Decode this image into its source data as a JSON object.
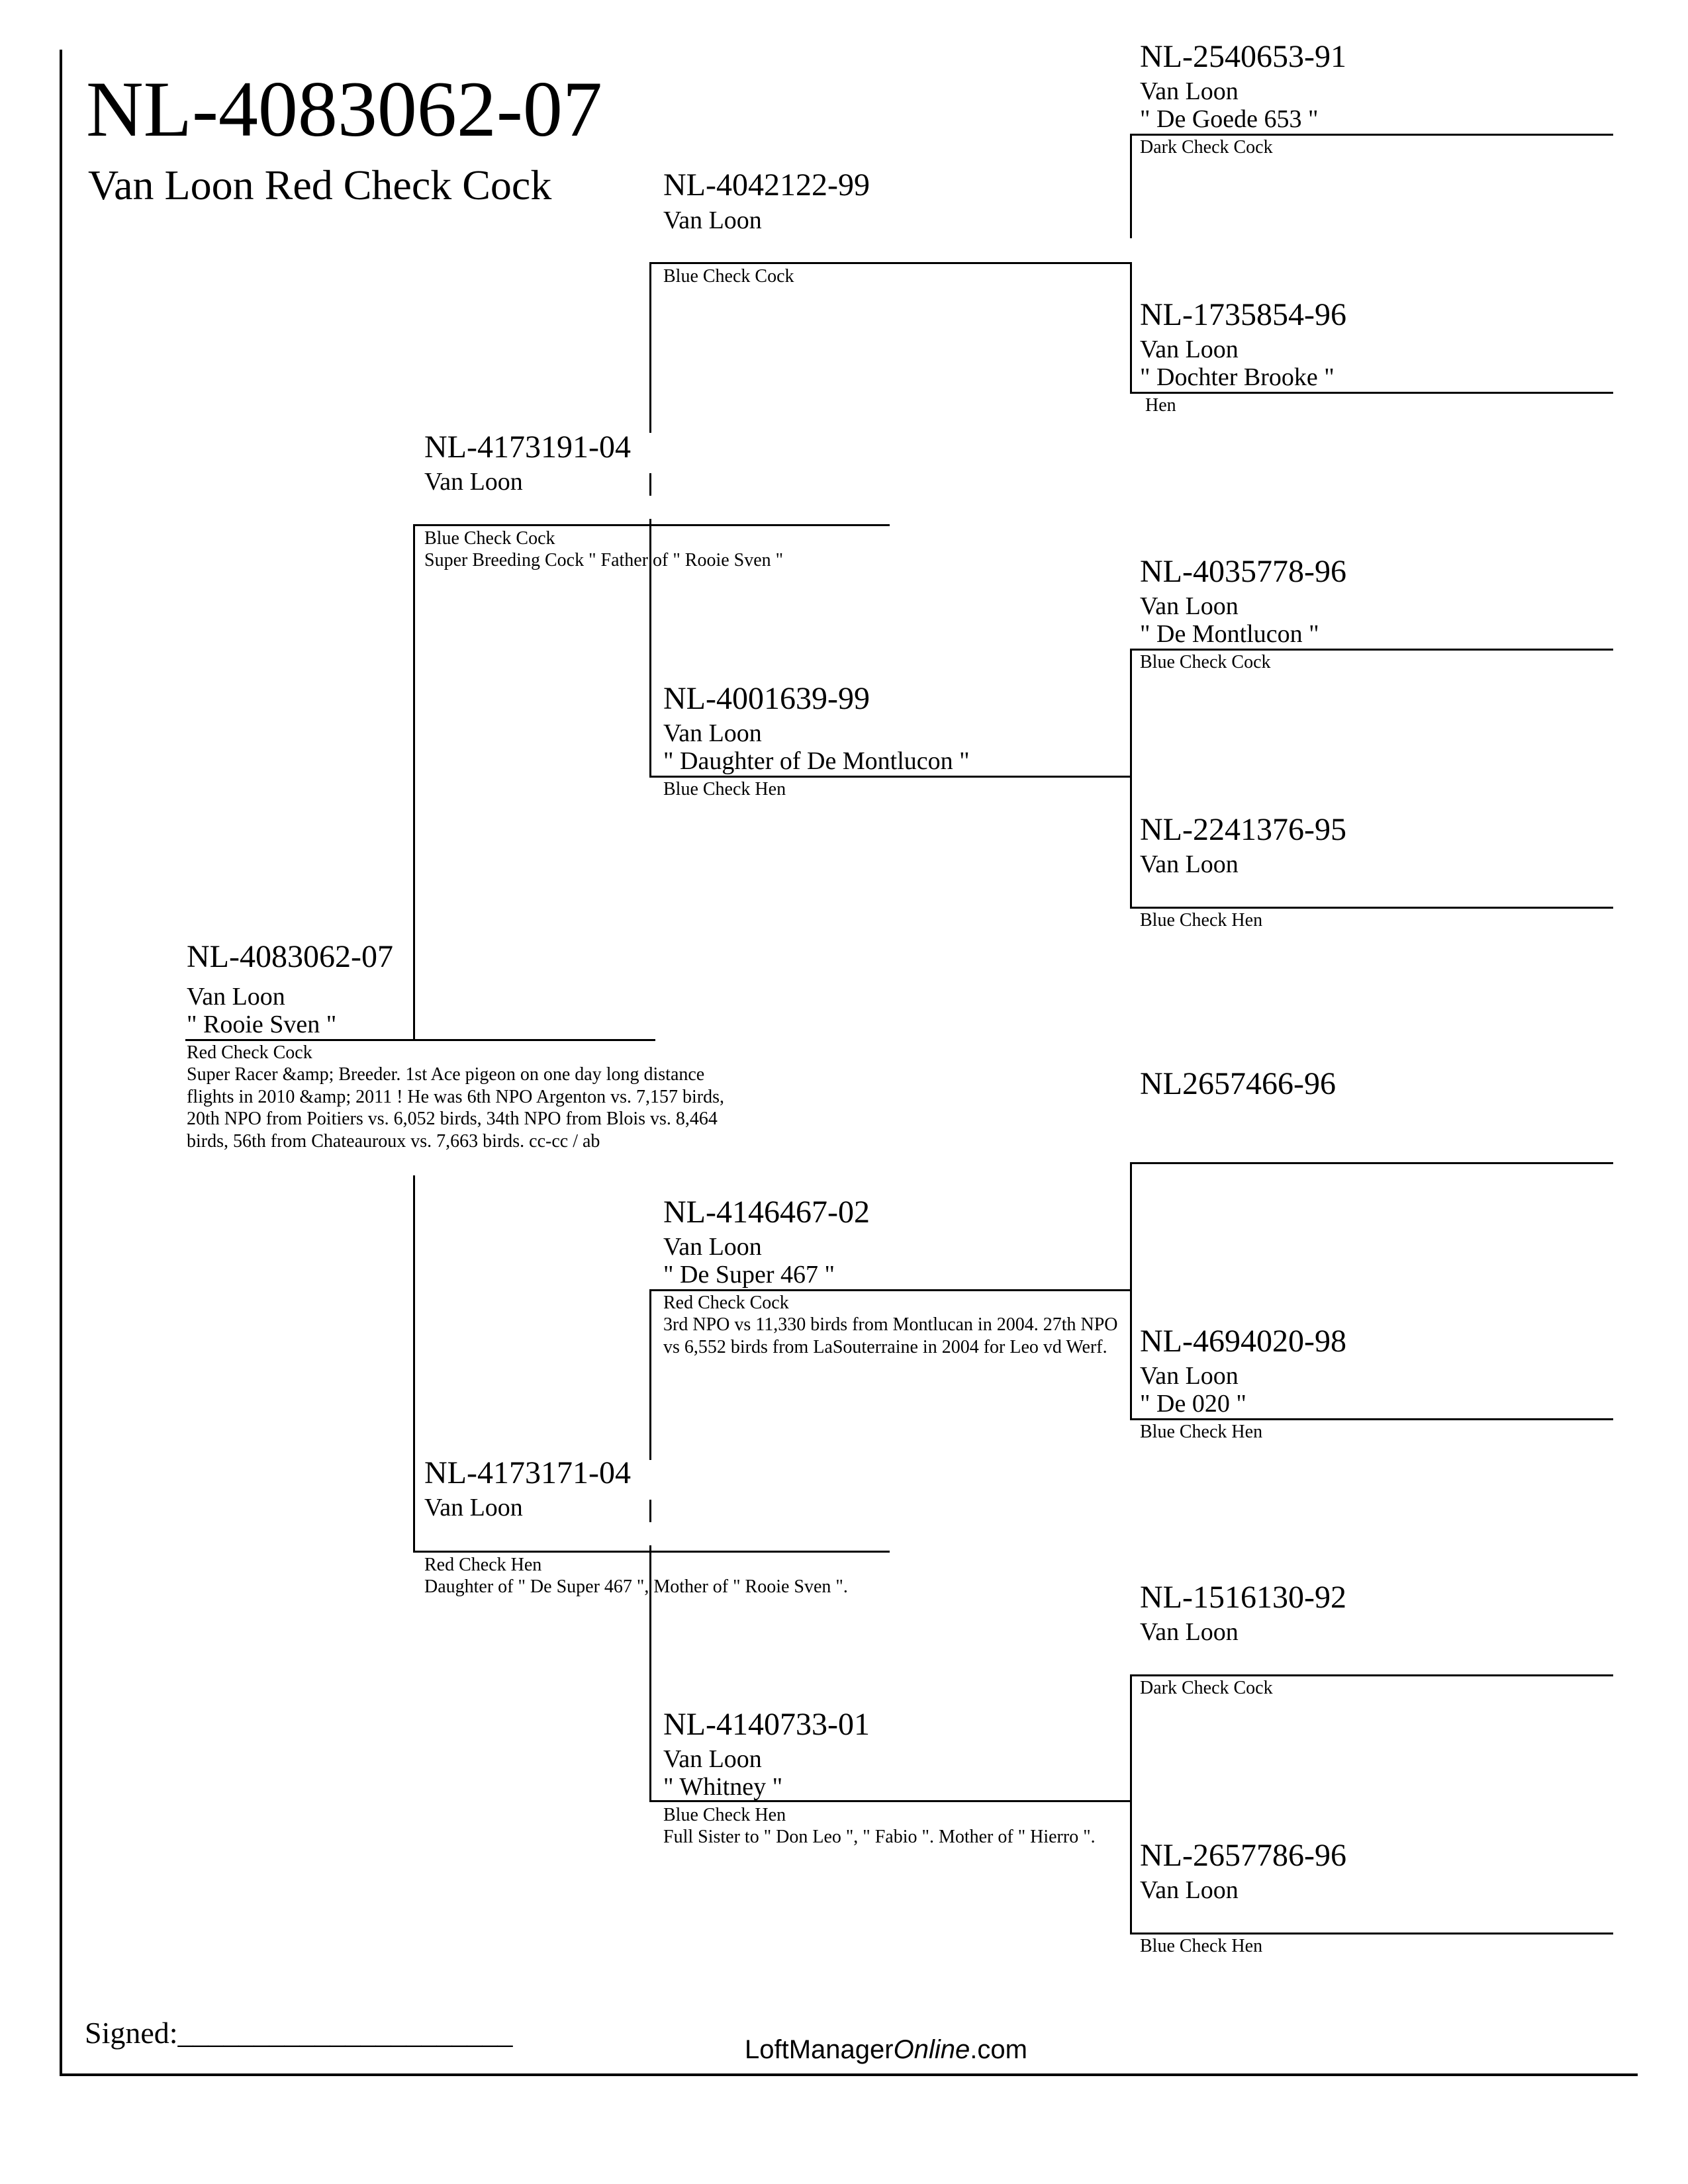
{
  "header": {
    "title": "NL-4083062-07",
    "subtitle": "Van Loon Red Check Cock"
  },
  "subject": {
    "ring": "NL-4083062-07",
    "name": "Van Loon",
    "nickname": "\" Rooie Sven \"",
    "color": "Red Check Cock",
    "notes": "Super Racer &amp; Breeder. 1st Ace pigeon on one day long distance flights in 2010 &amp; 2011 ! He was 6th NPO Argenton vs. 7,157 birds, 20th NPO from Poitiers vs. 6,052 birds, 34th NPO from Blois vs. 8,464 birds, 56th from Chateauroux vs. 7,663 birds.   cc-cc / ab"
  },
  "sire": {
    "ring": "NL-4173191-04",
    "name": "Van Loon",
    "color": "Blue Check Cock",
    "notes": "Super Breeding Cock \" Father of \" Rooie Sven \""
  },
  "dam": {
    "ring": "NL-4173171-04",
    "name": "Van Loon",
    "color": "Red Check Hen",
    "notes": "Daughter of \" De Super 467 \", Mother of \" Rooie Sven \"."
  },
  "sire_sire": {
    "ring": "NL-4042122-99",
    "name": "Van Loon",
    "color": "Blue Check Cock"
  },
  "sire_dam": {
    "ring": "NL-4001639-99",
    "name": "Van Loon",
    "nickname": "\" Daughter of De Montlucon \"",
    "color": "Blue Check Hen"
  },
  "dam_sire": {
    "ring": "NL-4146467-02",
    "name": "Van Loon",
    "nickname": "\" De Super 467 \"",
    "color": "Red Check Cock",
    "notes": "3rd NPO vs 11,330 birds from Montlucan in 2004. 27th NPO vs 6,552 birds from LaSouterraine in 2004 for Leo vd Werf."
  },
  "dam_dam": {
    "ring": "NL-4140733-01",
    "name": "Van Loon",
    "nickname": "\" Whitney \"",
    "color": "Blue Check Hen",
    "notes": "Full Sister to \" Don Leo \", \" Fabio \". Mother of \" Hierro \"."
  },
  "gg1": {
    "ring": "NL-2540653-91",
    "name": "Van Loon",
    "nickname": "\" De Goede 653 \"",
    "color": "Dark Check Cock"
  },
  "gg2": {
    "ring": "NL-1735854-96",
    "name": "Van Loon",
    "nickname": "\" Dochter  Brooke \"",
    "color": "Hen"
  },
  "gg3": {
    "ring": "NL-4035778-96",
    "name": "Van Loon",
    "nickname": "\" De Montlucon \"",
    "color": "Blue Check Cock"
  },
  "gg4": {
    "ring": "NL-2241376-95",
    "name": "Van Loon",
    "color": "Blue Check Hen"
  },
  "gg5": {
    "ring": "NL2657466-96"
  },
  "gg6": {
    "ring": "NL-4694020-98",
    "name": "Van Loon",
    "nickname": "\" De 020 \"",
    "color": "Blue Check Hen"
  },
  "gg7": {
    "ring": "NL-1516130-92",
    "name": "Van Loon",
    "color": "Dark Check Cock"
  },
  "gg8": {
    "ring": "NL-2657786-96",
    "name": "Van Loon",
    "color": "Blue Check Hen"
  },
  "footer": {
    "signed": "Signed:______________________",
    "brand_prefix": "LoftManager",
    "brand_italic": "Online",
    "brand_suffix": ".com"
  }
}
